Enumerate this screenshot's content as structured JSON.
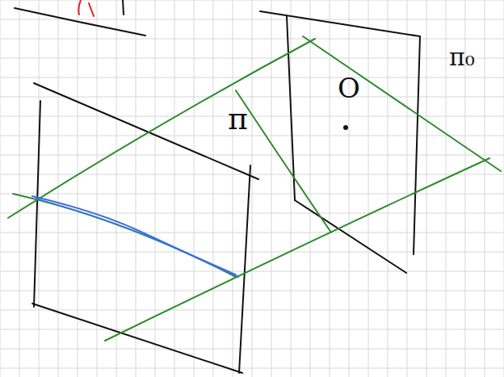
{
  "diagram": {
    "labels": [
      "π₀",
      "O",
      "π"
    ]
  }
}
